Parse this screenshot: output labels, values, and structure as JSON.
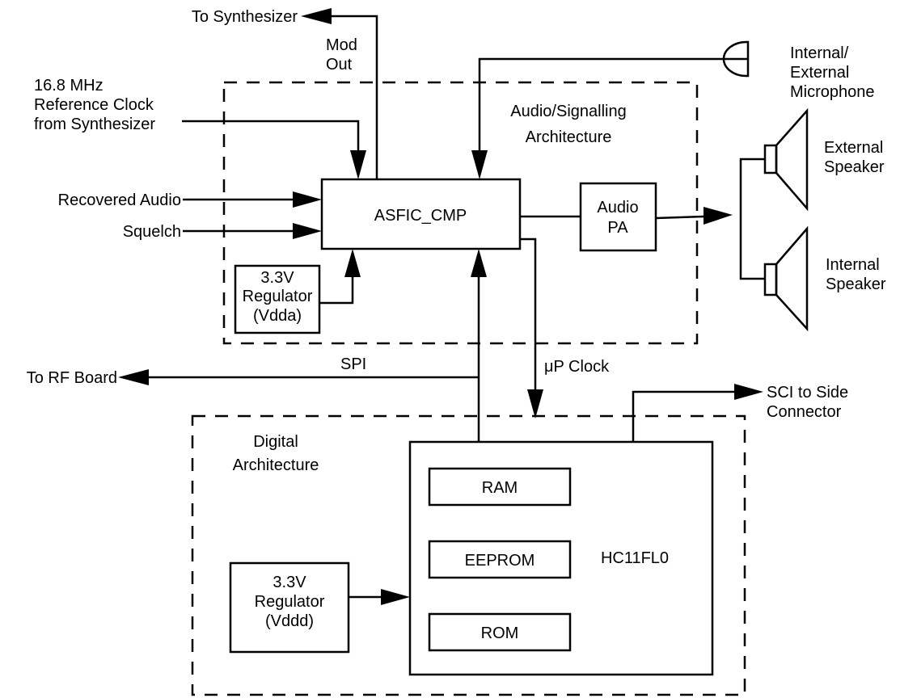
{
  "labels": {
    "to_synthesizer": "To Synthesizer",
    "mod_out": [
      "Mod",
      "Out"
    ],
    "ref_clock": [
      "16.8 MHz",
      "Reference Clock",
      "from Synthesizer"
    ],
    "recovered_audio": "Recovered Audio",
    "squelch": "Squelch",
    "audio_arch": [
      "Audio/Signalling",
      "Architecture"
    ],
    "microphone": [
      "Internal/",
      "External",
      "Microphone"
    ],
    "ext_speaker": [
      "External",
      "Speaker"
    ],
    "int_speaker": [
      "Internal",
      "Speaker"
    ],
    "spi": "SPI",
    "to_rf_board": "To RF Board",
    "up_clock": "μP Clock",
    "sci": [
      "SCI to Side",
      "Connector"
    ],
    "digital_arch": [
      "Digital",
      "Architecture"
    ]
  },
  "blocks": {
    "asfic": "ASFIC_CMP",
    "audio_pa": [
      "Audio",
      "PA"
    ],
    "reg_vdda": [
      "3.3V",
      "Regulator",
      "(Vdda)"
    ],
    "reg_vddd": [
      "3.3V",
      "Regulator",
      "(Vddd)"
    ],
    "hc11": "HC11FL0",
    "ram": "RAM",
    "eeprom": "EEPROM",
    "rom": "ROM"
  }
}
